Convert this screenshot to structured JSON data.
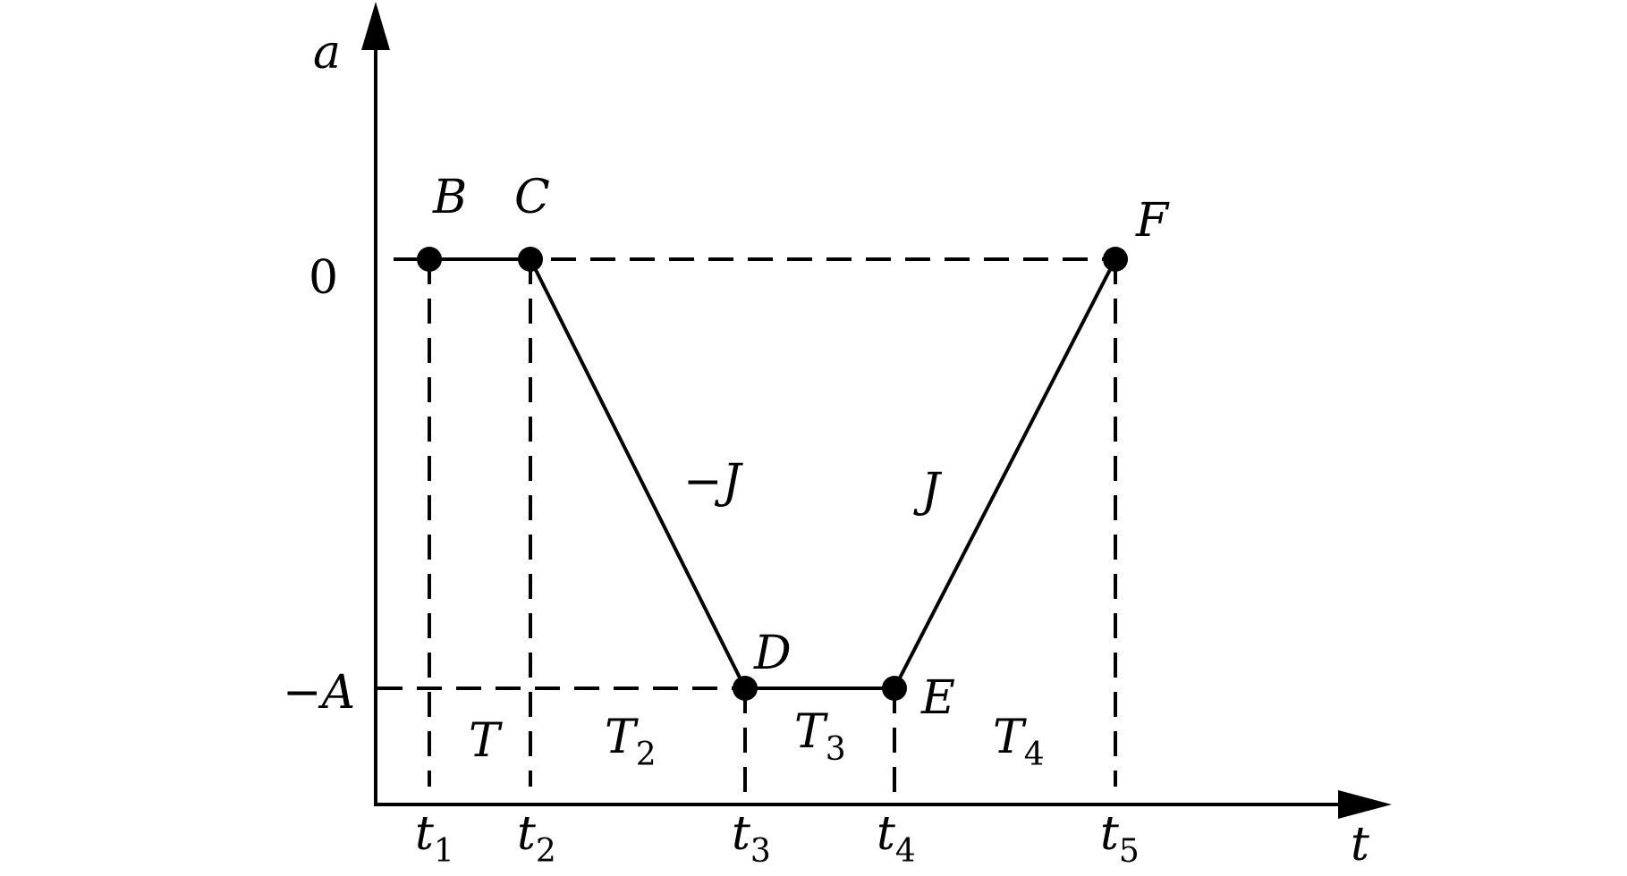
{
  "axes": {
    "y_label": "a",
    "x_label": "t",
    "y_ticks": {
      "zero": "0",
      "neg_a": "−A"
    }
  },
  "points": {
    "b": "B",
    "c": "C",
    "d": "D",
    "e": "E",
    "f": "F"
  },
  "slopes": {
    "down": "−J",
    "up": "J"
  },
  "intervals": {
    "t_base": "T",
    "t2_sub": "2",
    "t3_sub": "3",
    "t4_sub": "4"
  },
  "times": {
    "base": "t",
    "s1": "1",
    "s2": "2",
    "s3": "3",
    "s4": "4",
    "s5": "5"
  },
  "colors": {
    "ink": "#000000",
    "background": "#ffffff"
  }
}
